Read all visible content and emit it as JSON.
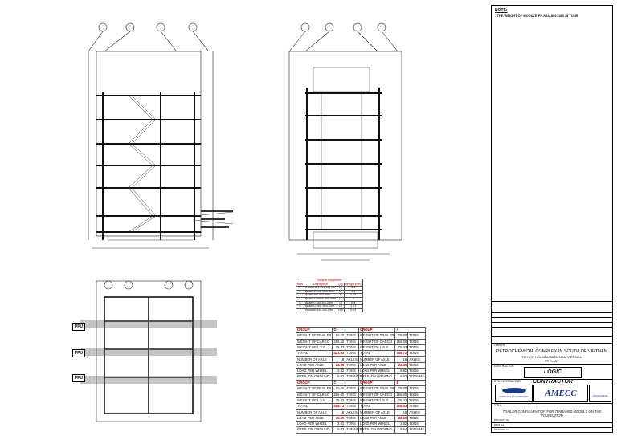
{
  "note": {
    "heading": "NOTE:",
    "text": "- THE WEIGHT OF MODULE PP-PAU-800: 185.78 TONS."
  },
  "ppu_labels": [
    "PPU",
    "PPU",
    "PPU"
  ],
  "support_equipment": {
    "title": "Support Equipment",
    "headers": [
      "Item",
      "Description",
      "Q'ty",
      "Weight (ton)"
    ],
    "rows": [
      [
        "1",
        "Concrete 1.1x1.1x1.2m",
        "16",
        "3.3"
      ],
      [
        "2",
        "Beam 1.5x0.75x0.45m",
        "12",
        "3.3"
      ],
      [
        "3",
        "Beam 6x0.6x0.49m",
        "6",
        "2.75"
      ],
      [
        "4",
        "Beam 5.5x0x0.4x0.49m",
        "12",
        "3"
      ],
      [
        "5",
        "Beam 0.3x0.3x0.25m",
        "15",
        "0.5"
      ],
      [
        "6",
        "Beam 0.6x0.75x0.25m",
        "18",
        "1.03"
      ],
      [
        "7",
        "Wooden 1x0.2x0.15m",
        "100",
        "0.03"
      ]
    ]
  },
  "groups": [
    {
      "name": "GROUP:",
      "id": "D",
      "rows": [
        [
          "WEIGHT OF TRAILER",
          "90.60",
          "TONS"
        ],
        [
          "WEIGHT OF CARGO",
          "255.50",
          "TONS"
        ],
        [
          "WEIGHT OF L.S.B",
          "75.43",
          "TONS"
        ],
        [
          "TOTAL",
          "421.03",
          "TONS"
        ],
        [
          "NUMBER OF AXLE",
          "18",
          "AXLES"
        ],
        [
          "LOAD PER AXLE",
          "23.39",
          "TONS"
        ],
        [
          "LOAD PER WHEEL",
          "2.92",
          "TONS"
        ],
        [
          "PRES. ON GROUND",
          "5.02",
          "TONS/M2"
        ]
      ]
    },
    {
      "name": "GROUP:",
      "id": "A",
      "rows": [
        [
          "WEIGHT OF TRAILER",
          "78.00",
          "TONS"
        ],
        [
          "WEIGHT OF CARGO",
          "255.00",
          "TONS"
        ],
        [
          "WEIGHT OF L.S.B",
          "75.43",
          "TONS"
        ],
        [
          "TOTAL",
          "408.72",
          "TONS"
        ],
        [
          "NUMBER OF AXLE",
          "18",
          "AXLES"
        ],
        [
          "LOAD PER AXLE",
          "22.49",
          "TONS"
        ],
        [
          "LOAD PER WHEEL",
          "2.82",
          "TONS"
        ],
        [
          "PRES. ON GROUND",
          "5.53",
          "TONS/M2"
        ]
      ]
    },
    {
      "name": "GROUP:",
      "id": "C",
      "rows": [
        [
          "WEIGHT OF TRAILER",
          "90.60",
          "TONS"
        ],
        [
          "WEIGHT OF CARGO",
          "255.00",
          "TONS"
        ],
        [
          "WEIGHT OF L.S.B",
          "75.43",
          "TONS"
        ],
        [
          "TOTAL",
          "416.71",
          "TONS"
        ],
        [
          "NUMBER OF AXLE",
          "18",
          "AXLES"
        ],
        [
          "LOAD PER AXLE",
          "23.39",
          "TONS"
        ],
        [
          "LOAD PER WHEEL",
          "2.91",
          "TONS"
        ],
        [
          "PRES. ON GROUND",
          "5.03",
          "TONS/M2"
        ]
      ]
    },
    {
      "name": "GROUP:",
      "id": "B",
      "rows": [
        [
          "WEIGHT OF TRAILER",
          "78.00",
          "TONS"
        ],
        [
          "WEIGHT OF CARGO",
          "255.00",
          "TONS"
        ],
        [
          "WEIGHT OF L.S.B",
          "75.43",
          "TONS"
        ],
        [
          "TOTAL",
          "408.43",
          "TONS"
        ],
        [
          "NUMBER OF AXLE",
          "18",
          "AXLES"
        ],
        [
          "LOAD PER AXLE",
          "22.69",
          "TONS"
        ],
        [
          "LOAD PER WHEEL",
          "2.82",
          "TONS"
        ],
        [
          "PRES. ON GROUND",
          "5.54",
          "TONS/M2"
        ]
      ]
    }
  ],
  "title_block": {
    "owner_label": "OWNER",
    "project_line1": "PETROCHEMICAL COMPLEX IN SOUTH OF VIETNAM",
    "project_line2": "TỔ HỢP HÓA DẦU MIỀN NAM VIỆT NAM",
    "project_line3": "PP PLANT",
    "contractor_label": "CONTRACTOR",
    "contractor_logo": "LOGIC CONTRACTOR",
    "epc_label": "EPC CONTRACTOR",
    "samsung": "SAMSUNG ENGINEERING",
    "amecc": "AMECC",
    "vietnam": "VIETNAMESE",
    "title_label": "TITLE",
    "drawing_title": "TRAILER CONFIGURATION FOR 7PARA-800 MODULE ON THE FOUNDATION",
    "footer_rows": [
      "PROJECT No.",
      "DWG No.",
      "DRAWING No."
    ]
  },
  "colors": {
    "ink": "#111111",
    "red": "#cc0000",
    "blue": "#1a3a8a"
  }
}
